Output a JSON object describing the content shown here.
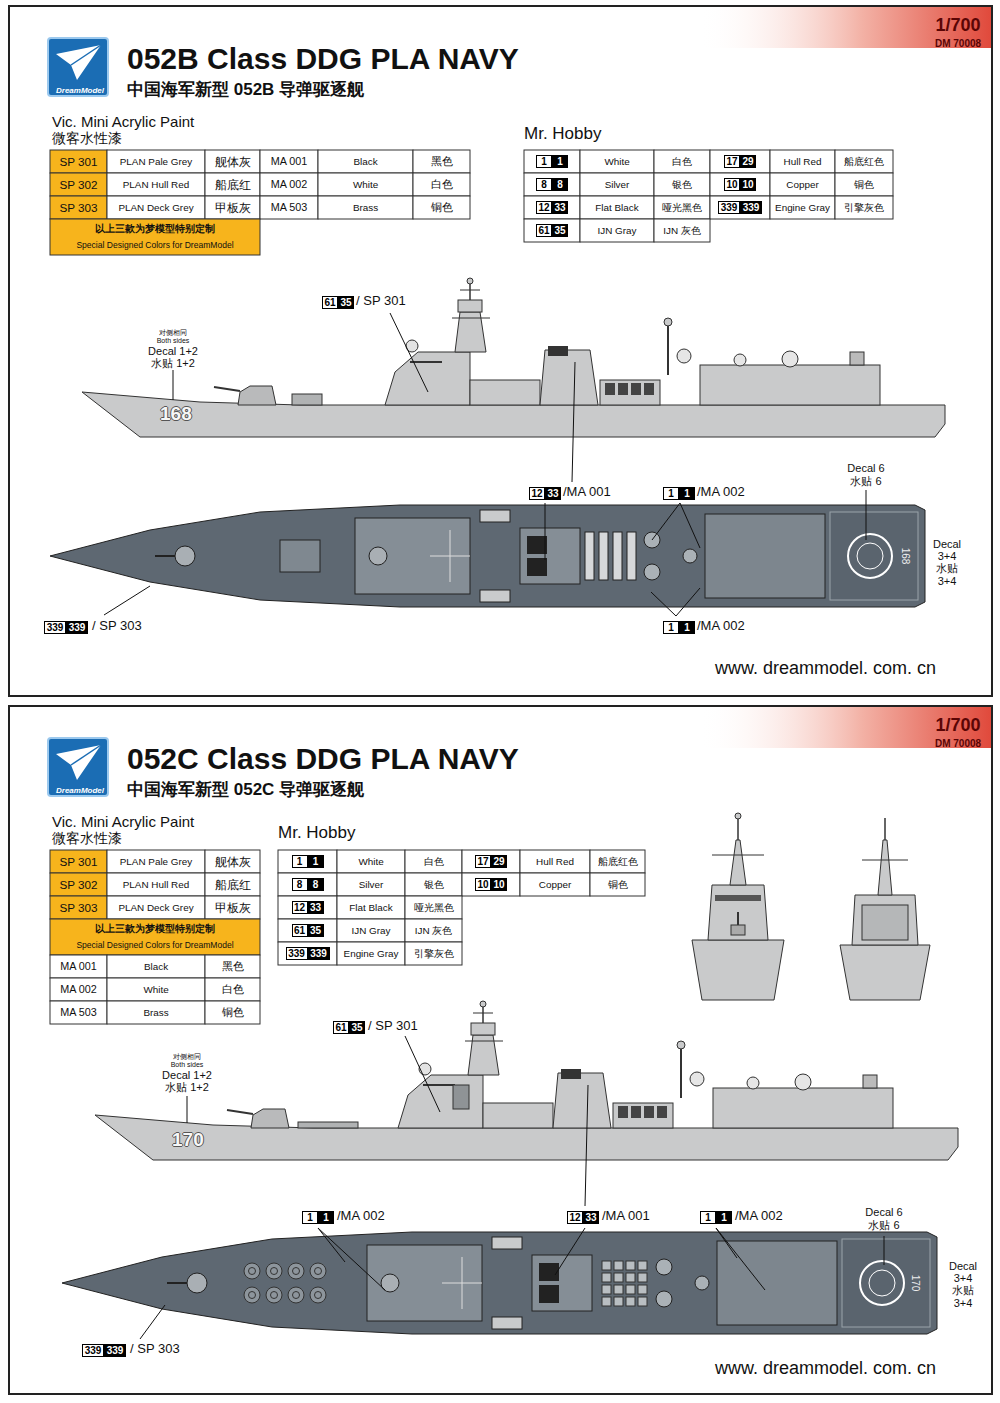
{
  "diagram": {
    "nodes": [
      {
        "text": [
          "052B Class DDG PLA NAVY",
          "中国海军新型 052B 导弹驱逐舰"
        ]
      },
      {
        "text": [
          "1/700",
          "DM 70008"
        ],
        "in": 0
      },
      {
        "text": [
          "DreamModel"
        ],
        "in": 0
      },
      {
        "text": [
          "052C Class DDG PLA NAVY",
          "中国海军新型 052C 导弹驱逐舰"
        ]
      },
      {
        "text": [
          "1/700",
          "DM 70008"
        ],
        "in": 3
      },
      {
        "text": [
          "DreamModel"
        ],
        "in": 3
      }
    ],
    "labels": [
      "Vic. Mini Acrylic Paint",
      "微客水性漆",
      "SP 301",
      "PLAN Pale Grey",
      "舰体灰",
      "MA 001",
      "Black",
      "黑色",
      "SP 302",
      "PLAN Hull Red",
      "船底红",
      "MA 002",
      "White",
      "白色",
      "SP 303",
      "PLAN Deck Grey",
      "甲板灰",
      "MA 503",
      "Brass",
      "铜色",
      "以上三款为梦模型特别定制",
      "Special Designed Colors for DreamModel",
      "Mr. Hobby",
      "1",
      "1",
      "White",
      "白色",
      "17",
      "29",
      "Hull Red",
      "船底红色",
      "8",
      "8",
      "Silver",
      "银色",
      "10",
      "10",
      "Copper",
      "铜色",
      "12",
      "33",
      "Flat Black",
      "哑光黑色",
      "339",
      "339",
      "Engine Gray",
      "引擎灰色",
      "61",
      "35",
      "IJN Gray",
      "IJN 灰色",
      "61",
      "35",
      "/ SP 301",
      "对侧相同",
      "Both sides",
      "Decal 1+2",
      "水贴 1+2",
      "168",
      "12",
      "33",
      "/MA 001",
      "1",
      "1",
      "/MA 002",
      "Decal 6",
      "水贴 6",
      "168",
      "Decal",
      "3+4",
      "水贴",
      "3+4",
      "1",
      "1",
      "/MA 002",
      "339",
      "339",
      "/ SP 303",
      "www. dreammodel. com. cn",
      "Vic. Mini Acrylic Paint",
      "微客水性漆",
      "SP 301",
      "PLAN Pale Grey",
      "舰体灰",
      "SP 302",
      "PLAN Hull Red",
      "船底红",
      "SP 303",
      "PLAN Deck Grey",
      "甲板灰",
      "以上三款为梦模型特别定制",
      "Special Designed Colors for DreamModel",
      "MA 001",
      "Black",
      "黑色",
      "MA 002",
      "White",
      "白色",
      "MA 503",
      "Brass",
      "铜色",
      "Mr. Hobby",
      "1",
      "1",
      "White",
      "白色",
      "17",
      "29",
      "Hull Red",
      "船底红色",
      "8",
      "8",
      "Silver",
      "银色",
      "10",
      "10",
      "Copper",
      "铜色",
      "12",
      "33",
      "Flat Black",
      "哑光黑色",
      "61",
      "35",
      "IJN Gray",
      "IJN 灰色",
      "339",
      "339",
      "Engine Gray",
      "引擎灰色",
      "61",
      "35",
      "/ SP 301",
      "对侧相同",
      "Both sides",
      "Decal 1+2",
      "水贴 1+2",
      "170",
      "1",
      "1",
      "/MA 002",
      "12",
      "33",
      "/MA 001",
      "1",
      "1",
      "/MA 002",
      "Decal 6",
      "水贴 6",
      "170",
      "Decal",
      "3+4",
      "水贴",
      "3+4",
      "339",
      "339",
      "/ SP 303",
      "www. dreammodel. com. cn"
    ]
  }
}
